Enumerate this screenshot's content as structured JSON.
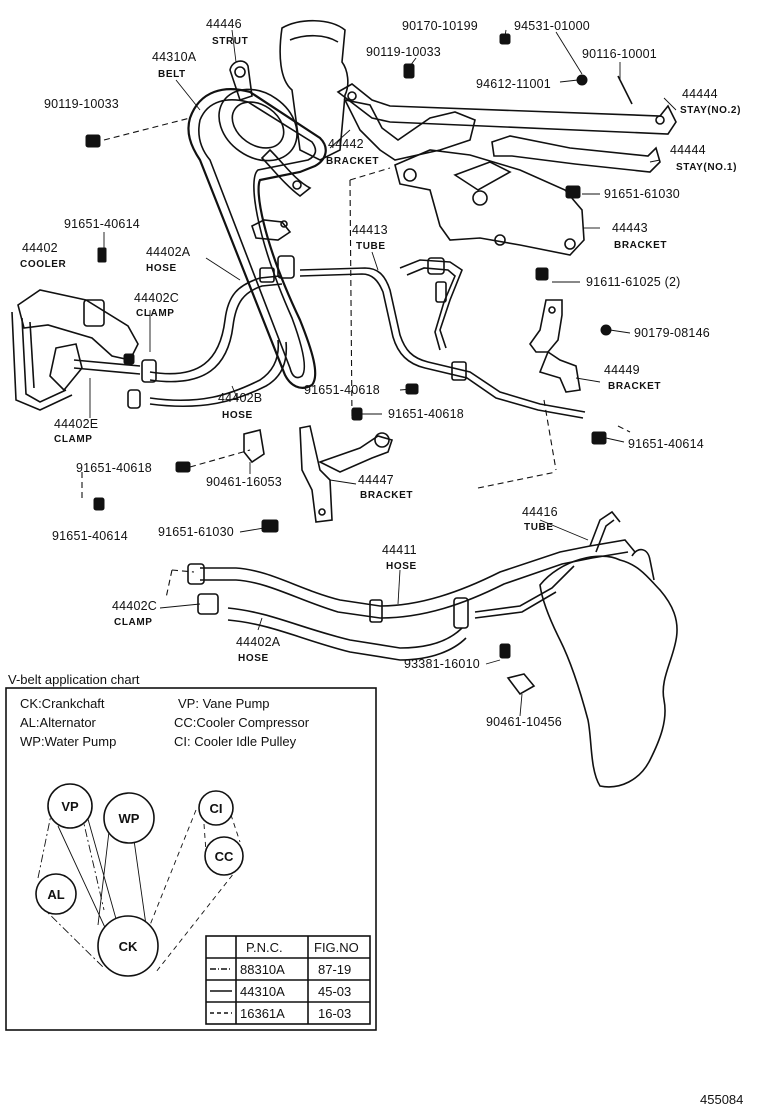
{
  "labels": [
    {
      "id": "44446",
      "pn": "44446",
      "name": "STRUT"
    },
    {
      "id": "44310A",
      "pn": "44310A",
      "name": "BELT"
    },
    {
      "id": "90119-10033-a",
      "pn": "90119-10033",
      "name": ""
    },
    {
      "id": "90170-10199",
      "pn": "90170-10199",
      "name": ""
    },
    {
      "id": "94531-01000",
      "pn": "94531-01000",
      "name": ""
    },
    {
      "id": "90119-10033-b",
      "pn": "90119-10033",
      "name": ""
    },
    {
      "id": "90116-10001",
      "pn": "90116-10001",
      "name": ""
    },
    {
      "id": "94612-11001",
      "pn": "94612-11001",
      "name": ""
    },
    {
      "id": "44444-2",
      "pn": "44444",
      "name": "STAY(NO.2)"
    },
    {
      "id": "44442",
      "pn": "44442",
      "name": "BRACKET"
    },
    {
      "id": "44444-1",
      "pn": "44444",
      "name": "STAY(NO.1)"
    },
    {
      "id": "91651-61030-a",
      "pn": "91651-61030",
      "name": ""
    },
    {
      "id": "44443",
      "pn": "44443",
      "name": "BRACKET"
    },
    {
      "id": "91651-40614-a",
      "pn": "91651-40614",
      "name": ""
    },
    {
      "id": "44402",
      "pn": "44402",
      "name": "COOLER"
    },
    {
      "id": "44402A-a",
      "pn": "44402A",
      "name": "HOSE"
    },
    {
      "id": "44413",
      "pn": "44413",
      "name": "TUBE"
    },
    {
      "id": "91611-61025",
      "pn": "91611-61025 (2)",
      "name": ""
    },
    {
      "id": "44402C-a",
      "pn": "44402C",
      "name": "CLAMP"
    },
    {
      "id": "90179-08146",
      "pn": "90179-08146",
      "name": ""
    },
    {
      "id": "44449",
      "pn": "44449",
      "name": "BRACKET"
    },
    {
      "id": "91651-40618-a",
      "pn": "91651-40618",
      "name": ""
    },
    {
      "id": "44402B",
      "pn": "44402B",
      "name": "HOSE"
    },
    {
      "id": "91651-40618-b",
      "pn": "91651-40618",
      "name": ""
    },
    {
      "id": "44402E",
      "pn": "44402E",
      "name": "CLAMP"
    },
    {
      "id": "91651-40614-b",
      "pn": "91651-40614",
      "name": ""
    },
    {
      "id": "91651-40618-c",
      "pn": "91651-40618",
      "name": ""
    },
    {
      "id": "90461-16053",
      "pn": "90461-16053",
      "name": ""
    },
    {
      "id": "44447",
      "pn": "44447",
      "name": "BRACKET"
    },
    {
      "id": "91651-40614-c",
      "pn": "91651-40614",
      "name": ""
    },
    {
      "id": "91651-61030-b",
      "pn": "91651-61030",
      "name": ""
    },
    {
      "id": "44416",
      "pn": "44416",
      "name": "TUBE"
    },
    {
      "id": "44411",
      "pn": "44411",
      "name": "HOSE"
    },
    {
      "id": "44402C-b",
      "pn": "44402C",
      "name": "CLAMP"
    },
    {
      "id": "44402A-b",
      "pn": "44402A",
      "name": "HOSE"
    },
    {
      "id": "93381-16010",
      "pn": "93381-16010",
      "name": ""
    },
    {
      "id": "90461-10456",
      "pn": "90461-10456",
      "name": ""
    }
  ],
  "vbelt_chart": {
    "title": "V-belt application chart",
    "legend": [
      {
        "abbr": "CK",
        "desc": ":Crankchaft"
      },
      {
        "abbr": "VP",
        "desc": ": Vane Pump"
      },
      {
        "abbr": "AL",
        "desc": ":Alternator"
      },
      {
        "abbr": "CC",
        "desc": ":Cooler Compressor"
      },
      {
        "abbr": "WP",
        "desc": ":Water Pump"
      },
      {
        "abbr": "CI",
        "desc": ": Cooler Idle Pulley"
      }
    ],
    "pulleys": [
      "VP",
      "WP",
      "CI",
      "CC",
      "AL",
      "CK"
    ],
    "table": {
      "headers": [
        "P.N.C.",
        "FIG.NO"
      ],
      "rows": [
        {
          "pnc": "88310A",
          "fig": "87-19"
        },
        {
          "pnc": "44310A",
          "fig": "45-03"
        },
        {
          "pnc": "16361A",
          "fig": "16-03"
        }
      ]
    }
  },
  "figure_number": "455084"
}
